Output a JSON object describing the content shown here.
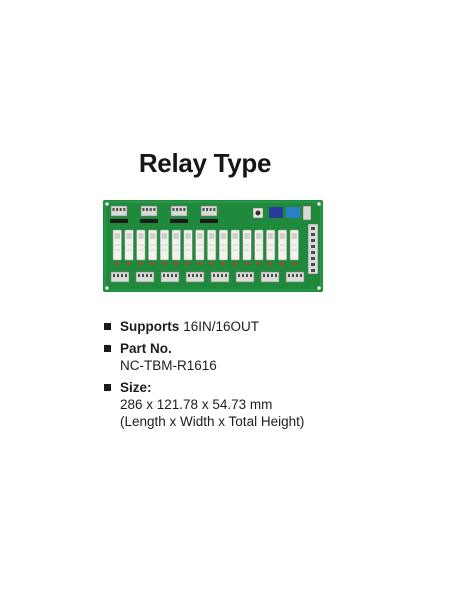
{
  "title": "Relay Type",
  "product_image": {
    "alt": "NC-TBM-R1616 relay board",
    "board_color": "#1f8a3c",
    "relay_count": 16,
    "connector_count_bottom": 8,
    "connector_count_top": 4
  },
  "specs": {
    "supports": {
      "label": "Supports",
      "value": "16IN/16OUT"
    },
    "part_no": {
      "label": "Part No.",
      "value": "NC-TBM-R1616"
    },
    "size": {
      "label": "Size:",
      "value": "286 x 121.78 x 54.73 mm",
      "note": "(Length x Width x Total Height)"
    }
  }
}
